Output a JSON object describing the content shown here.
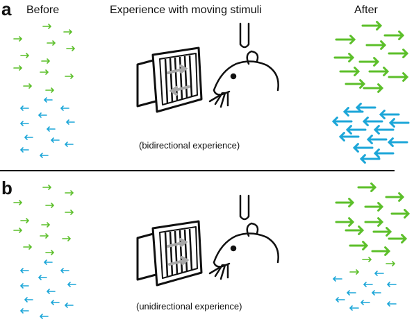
{
  "panels": {
    "a": {
      "letter": "a",
      "caption": "(bidirectional experience)"
    },
    "b": {
      "letter": "b",
      "caption": "(unidirectional experience)"
    }
  },
  "header": {
    "before": "Before",
    "title": "Experience with moving stimuli",
    "after": "After"
  },
  "colors": {
    "rightward_arrows": "#5cbf2a",
    "leftward_arrows": "#1ca6d8",
    "line_art": "#111111"
  },
  "icons": [
    "monitor-with-grating",
    "rat-with-electrode",
    "rightward-arrow",
    "leftward-arrow"
  ]
}
